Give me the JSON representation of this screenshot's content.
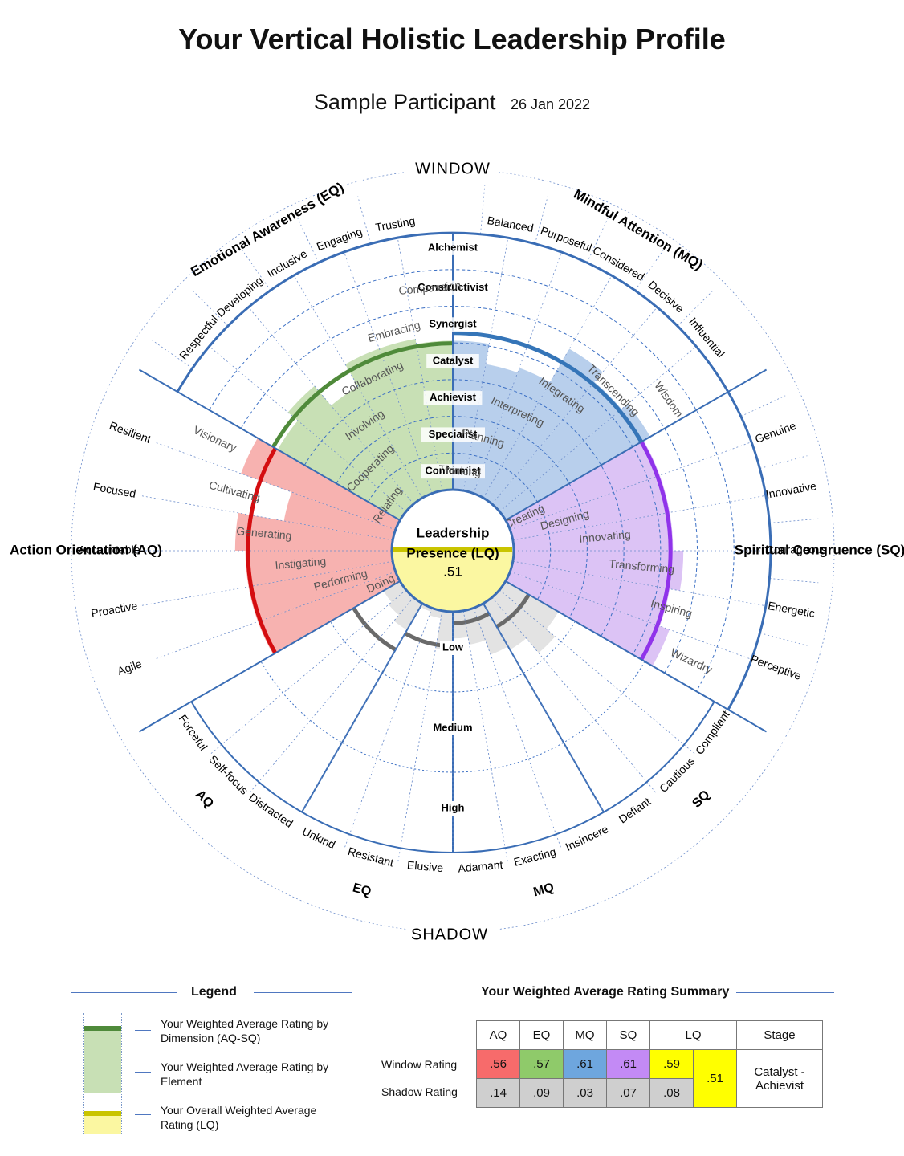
{
  "header": {
    "title": "Your Vertical Holistic Leadership Profile",
    "participant": "Sample Participant",
    "date": "26 Jan 2022"
  },
  "chart_data": {
    "type": "polar-bar",
    "top_label": "WINDOW",
    "bottom_label": "SHADOW",
    "center": {
      "line1": "Leadership",
      "line2": "Presence (LQ)",
      "value": ".51"
    },
    "stage_labels": [
      "Conformist",
      "Specialist",
      "Achievist",
      "Catalyst",
      "Synergist",
      "Constructivist",
      "Alchemist"
    ],
    "shadow_labels": [
      "Low",
      "Medium",
      "High"
    ],
    "window_scale_max": 7,
    "shadow_scale_max": 3,
    "dimensions": [
      {
        "key": "EQ",
        "name": "Emotional Awareness (EQ)",
        "color": "#c8e0b5",
        "line_color": "#4f8a3a",
        "start": 300,
        "end": 360,
        "rating": 0.57,
        "elements": [
          {
            "label": "Relating",
            "value": 0.55
          },
          {
            "label": "Cooperating",
            "value": 0.6
          },
          {
            "label": "Involving",
            "value": 0.5
          },
          {
            "label": "Collaborating",
            "value": 0.6
          },
          {
            "label": "Embracing",
            "value": 0.6
          },
          {
            "label": "Compassion",
            "value": 0.58
          }
        ],
        "outer_words": [
          "Respectful",
          "Developing",
          "Inclusive",
          "Engaging",
          "Trusting"
        ]
      },
      {
        "key": "MQ",
        "name": "Mindful Attention (MQ)",
        "color": "#b8cfec",
        "line_color": "#3575b8",
        "start": 0,
        "end": 60,
        "rating": 0.61,
        "elements": [
          {
            "label": "Thinking",
            "value": 0.58
          },
          {
            "label": "Planning",
            "value": 0.5
          },
          {
            "label": "Interpreting",
            "value": 0.52
          },
          {
            "label": "Integrating",
            "value": 0.67
          },
          {
            "label": "Transcending",
            "value": 0.62
          },
          {
            "label": "Wisdom",
            "value": 0.65
          }
        ],
        "outer_words": [
          "Balanced",
          "Purposeful",
          "Considered",
          "Decisive",
          "Influential"
        ]
      },
      {
        "key": "SQ",
        "name": "Spiritual Congruence (SQ)",
        "color": "#dcc3f5",
        "line_color": "#9033ea",
        "start": 60,
        "end": 120,
        "rating": 0.61,
        "elements": [
          {
            "label": "Creating",
            "value": 0.62
          },
          {
            "label": "Designing",
            "value": 0.62
          },
          {
            "label": "Innovating",
            "value": 0.62
          },
          {
            "label": "Transforming",
            "value": 0.66
          },
          {
            "label": "Inspiring",
            "value": 0.62
          },
          {
            "label": "Wizardry",
            "value": 0.66
          }
        ],
        "outer_words": [
          "Genuine",
          "Innovative",
          "Courageous",
          "Energetic",
          "Perceptive"
        ]
      },
      {
        "key": "AQ",
        "name": "Action Orientation (AQ)",
        "color": "#f7b2b0",
        "line_color": "#d40d10",
        "start": 240,
        "end": 300,
        "rating": 0.56,
        "elements": [
          {
            "label": "Doing",
            "value": 0.57
          },
          {
            "label": "Performing",
            "value": 0.57
          },
          {
            "label": "Instigating",
            "value": 0.57
          },
          {
            "label": "Generating",
            "value": 0.61
          },
          {
            "label": "Cultivating",
            "value": 0.43
          },
          {
            "label": "Visionary",
            "value": 0.64
          }
        ],
        "outer_words": [
          "Agile",
          "Proactive",
          "Accountable",
          "Focused",
          "Resilient"
        ]
      }
    ],
    "shadow_groups": [
      {
        "key": "AQ",
        "start": 210,
        "end": 240,
        "rating": 0.14,
        "words": [
          "Forceful",
          "Self-focus",
          "Distracted"
        ]
      },
      {
        "key": "EQ",
        "start": 180,
        "end": 210,
        "rating": 0.09,
        "words": [
          "Unkind",
          "Resistant",
          "Elusive"
        ]
      },
      {
        "key": "MQ",
        "start": 150,
        "end": 180,
        "rating": 0.03,
        "words": [
          "Adamant",
          "Exacting",
          "Insincere"
        ]
      },
      {
        "key": "SQ",
        "start": 120,
        "end": 150,
        "rating": 0.07,
        "words": [
          "Defiant",
          "Cautious",
          "Compliant"
        ]
      }
    ],
    "shadow_elements": [
      0.16,
      0.19,
      0.14,
      0.13,
      0.09,
      0.07,
      0.1,
      0.02,
      0.01,
      0.08,
      0.06,
      0.05
    ]
  },
  "legend": {
    "heading": "Legend",
    "items": [
      "Your Weighted Average Rating by Dimension (AQ-SQ)",
      "Your Weighted Average Rating by Element",
      "Your Overall Weighted Average Rating (LQ)"
    ],
    "colors": {
      "dark_green": "#4f8a3a",
      "light_green": "#c8e0b5",
      "dark_yellow": "#c9c400",
      "light_yellow": "#fbf7a1"
    }
  },
  "summary": {
    "heading": "Your Weighted Average Rating Summary",
    "headers": [
      "AQ",
      "EQ",
      "MQ",
      "SQ",
      "LQ",
      "Stage"
    ],
    "window_label": "Window Rating",
    "shadow_label": "Shadow Rating",
    "window": [
      ".56",
      ".57",
      ".61",
      ".61",
      ".59"
    ],
    "shadow": [
      ".14",
      ".09",
      ".03",
      ".07",
      ".08"
    ],
    "lq": ".51",
    "stage": "Catalyst - Achievist",
    "colors": {
      "AQ": "#f76b6b",
      "EQ": "#8fca6a",
      "MQ": "#6ea6de",
      "SQ": "#c38af5",
      "LQ": "#ffff00",
      "shadow": "#cfcfcf"
    }
  }
}
